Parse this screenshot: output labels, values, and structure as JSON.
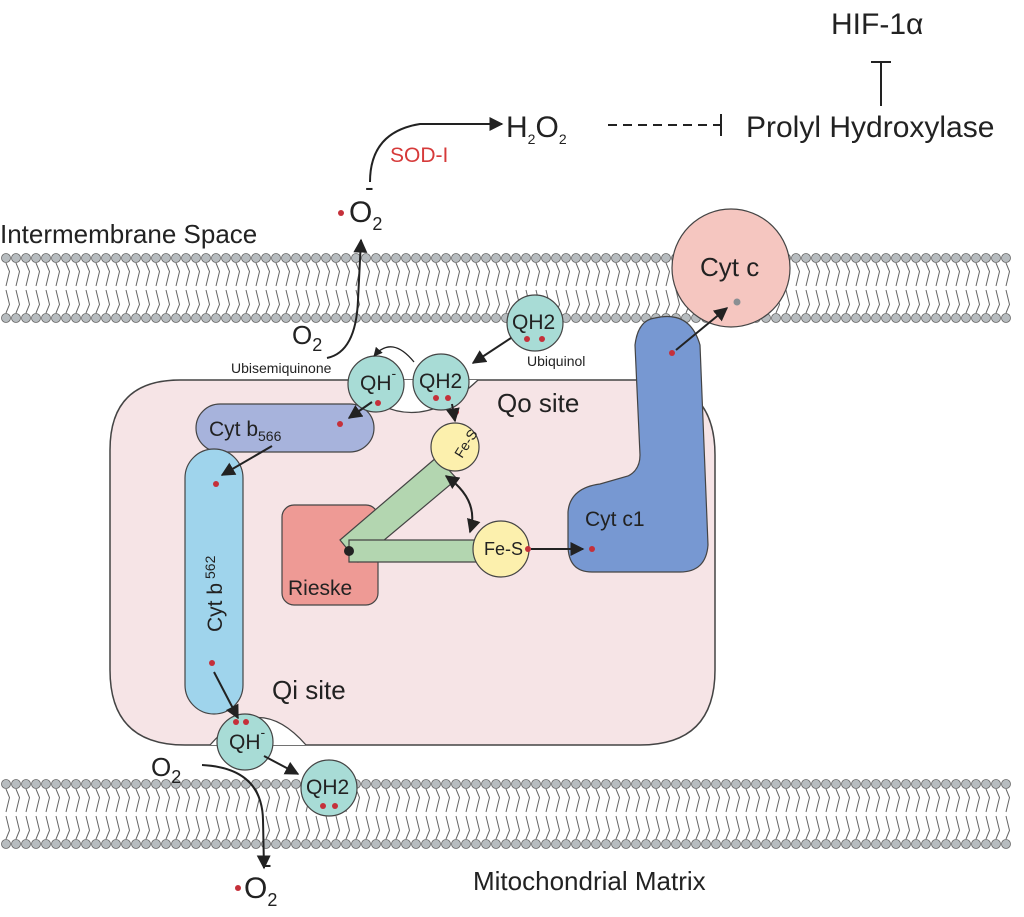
{
  "regions": {
    "intermembrane": "Intermembrane Space",
    "matrix": "Mitochondrial Matrix"
  },
  "signaling": {
    "hif": "HIF-1α",
    "prolyl": "Prolyl Hydroxylase",
    "h2o2_h": "H",
    "h2o2_2a": "2",
    "h2o2_o": "O",
    "h2o2_2b": "2",
    "sod": "SOD-I"
  },
  "oxygen": {
    "o_letter": "O",
    "sub2": "2",
    "minus": "-"
  },
  "complex": {
    "qo_site": "Qo site",
    "qi_site": "Qi site",
    "ubisemiquinone": "Ubisemiquinone",
    "ubiquinol": "Ubiquinol",
    "qh_q": "QH",
    "qh_minus": "-",
    "qh2": "QH2",
    "cyt_b566_main": "Cyt b",
    "cyt_b566_sub": "566",
    "cyt_b562_main": "Cyt b",
    "cyt_b562_sub": "562",
    "fes": "Fe-S",
    "rieske": "Rieske",
    "cyt_c1": "Cyt c1",
    "cyt_c": "Cyt c"
  },
  "colors": {
    "membrane_head": "#b7bcbf",
    "complex_fill": "#f6e4e6",
    "cyt_b566": "#a7b3dc",
    "cyt_b562": "#9fd4ec",
    "quinone": "#a8dcd6",
    "fes": "#fcf0ad",
    "rieske": "#ee9a95",
    "arm": "#b3d6b0",
    "cyt_c1": "#7798d2",
    "cyt_c": "#f5c6c0",
    "electron": "#c5303a",
    "sod": "#d63a3a"
  }
}
